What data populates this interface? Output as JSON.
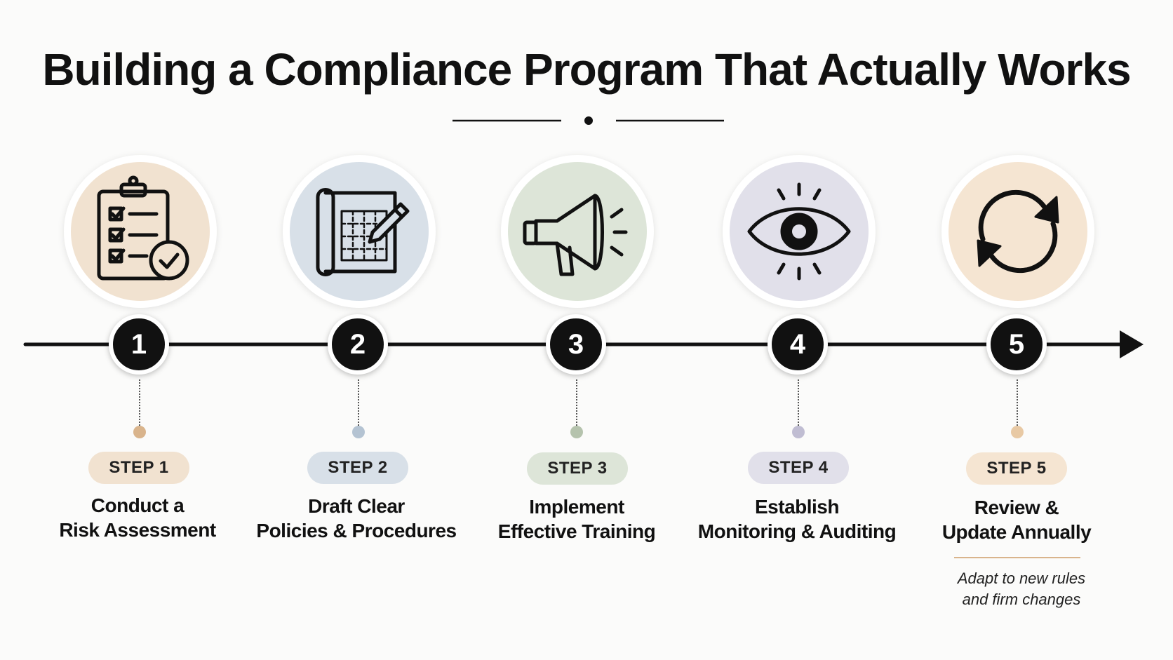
{
  "title": "Building a Compliance Program That Actually Works",
  "colors": {
    "tan": "#f1e2d0",
    "blue": "#d8e0e8",
    "green": "#dde5d8",
    "lavender": "#e1e0ea",
    "peach": "#f5e5d2",
    "dot_tan": "#d9b48c",
    "dot_blue": "#b4c3d2",
    "dot_green": "#b5c3ad",
    "dot_lavender": "#c0bdd2",
    "dot_peach": "#e8c9a4"
  },
  "steps": [
    {
      "number": "1",
      "badge": "STEP 1",
      "label_line1": "Conduct a",
      "label_line2": "Risk Assessment",
      "icon": "clipboard-checklist-icon"
    },
    {
      "number": "2",
      "badge": "STEP 2",
      "label_line1": "Draft Clear",
      "label_line2": "Policies & Procedures",
      "icon": "blueprint-pencil-icon"
    },
    {
      "number": "3",
      "badge": "STEP 3",
      "label_line1": "Implement",
      "label_line2": "Effective Training",
      "icon": "megaphone-icon"
    },
    {
      "number": "4",
      "badge": "STEP 4",
      "label_line1": "Establish",
      "label_line2": "Monitoring & Auditing",
      "icon": "eye-icon"
    },
    {
      "number": "5",
      "badge": "STEP 5",
      "label_line1": "Review &",
      "label_line2": "Update Annually",
      "icon": "refresh-cycle-icon"
    }
  ],
  "note_line1": "Adapt to new rules",
  "note_line2": "and firm changes"
}
